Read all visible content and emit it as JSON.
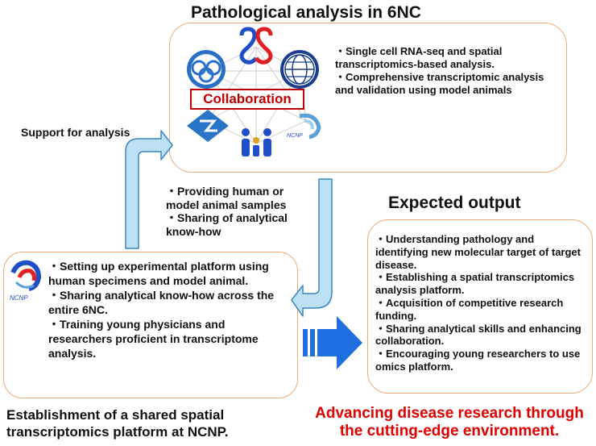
{
  "titles": {
    "pathological": "Pathological analysis in 6NC",
    "expected": "Expected output"
  },
  "collaboration": {
    "label": "Collaboration",
    "logo_text": "NCNP"
  },
  "top_box": {
    "items": [
      "・Single cell RNA-seq and spatial transcriptomics-based analysis.",
      "・Comprehensive transcriptomic analysis and validation using model animals"
    ]
  },
  "support_label": "Support for analysis",
  "middle": {
    "items": [
      "・Providing human or model animal samples",
      "・Sharing of analytical know-how"
    ]
  },
  "left_box": {
    "logo_text": "NCNP",
    "items": [
      "・Setting up experimental platform using human specimens and model animal.",
      "・Sharing analytical know-how across the entire 6NC.",
      "・Training young physicians and researchers proficient in transcriptome analysis."
    ]
  },
  "right_box": {
    "items": [
      "・Understanding pathology and identifying new molecular target of target disease.",
      "・Establishing a spatial transcriptomics analysis platform.",
      "・Acquisition of competitive research funding.",
      "・Sharing analytical skills and enhancing collaboration.",
      "・Encouraging young researchers to use omics platform."
    ]
  },
  "bottom": {
    "left": "Establishment of a shared spatial transcriptomics platform at NCNP.",
    "right": "Advancing disease research through the cutting-edge environment."
  },
  "colors": {
    "box_border": "#f0a878",
    "collab_red": "#c00000",
    "arrow_fill": "#bde0f4",
    "arrow_stroke": "#3a86c8",
    "big_arrow": "#1f6fe0",
    "bottom_right_text": "#e00000"
  }
}
